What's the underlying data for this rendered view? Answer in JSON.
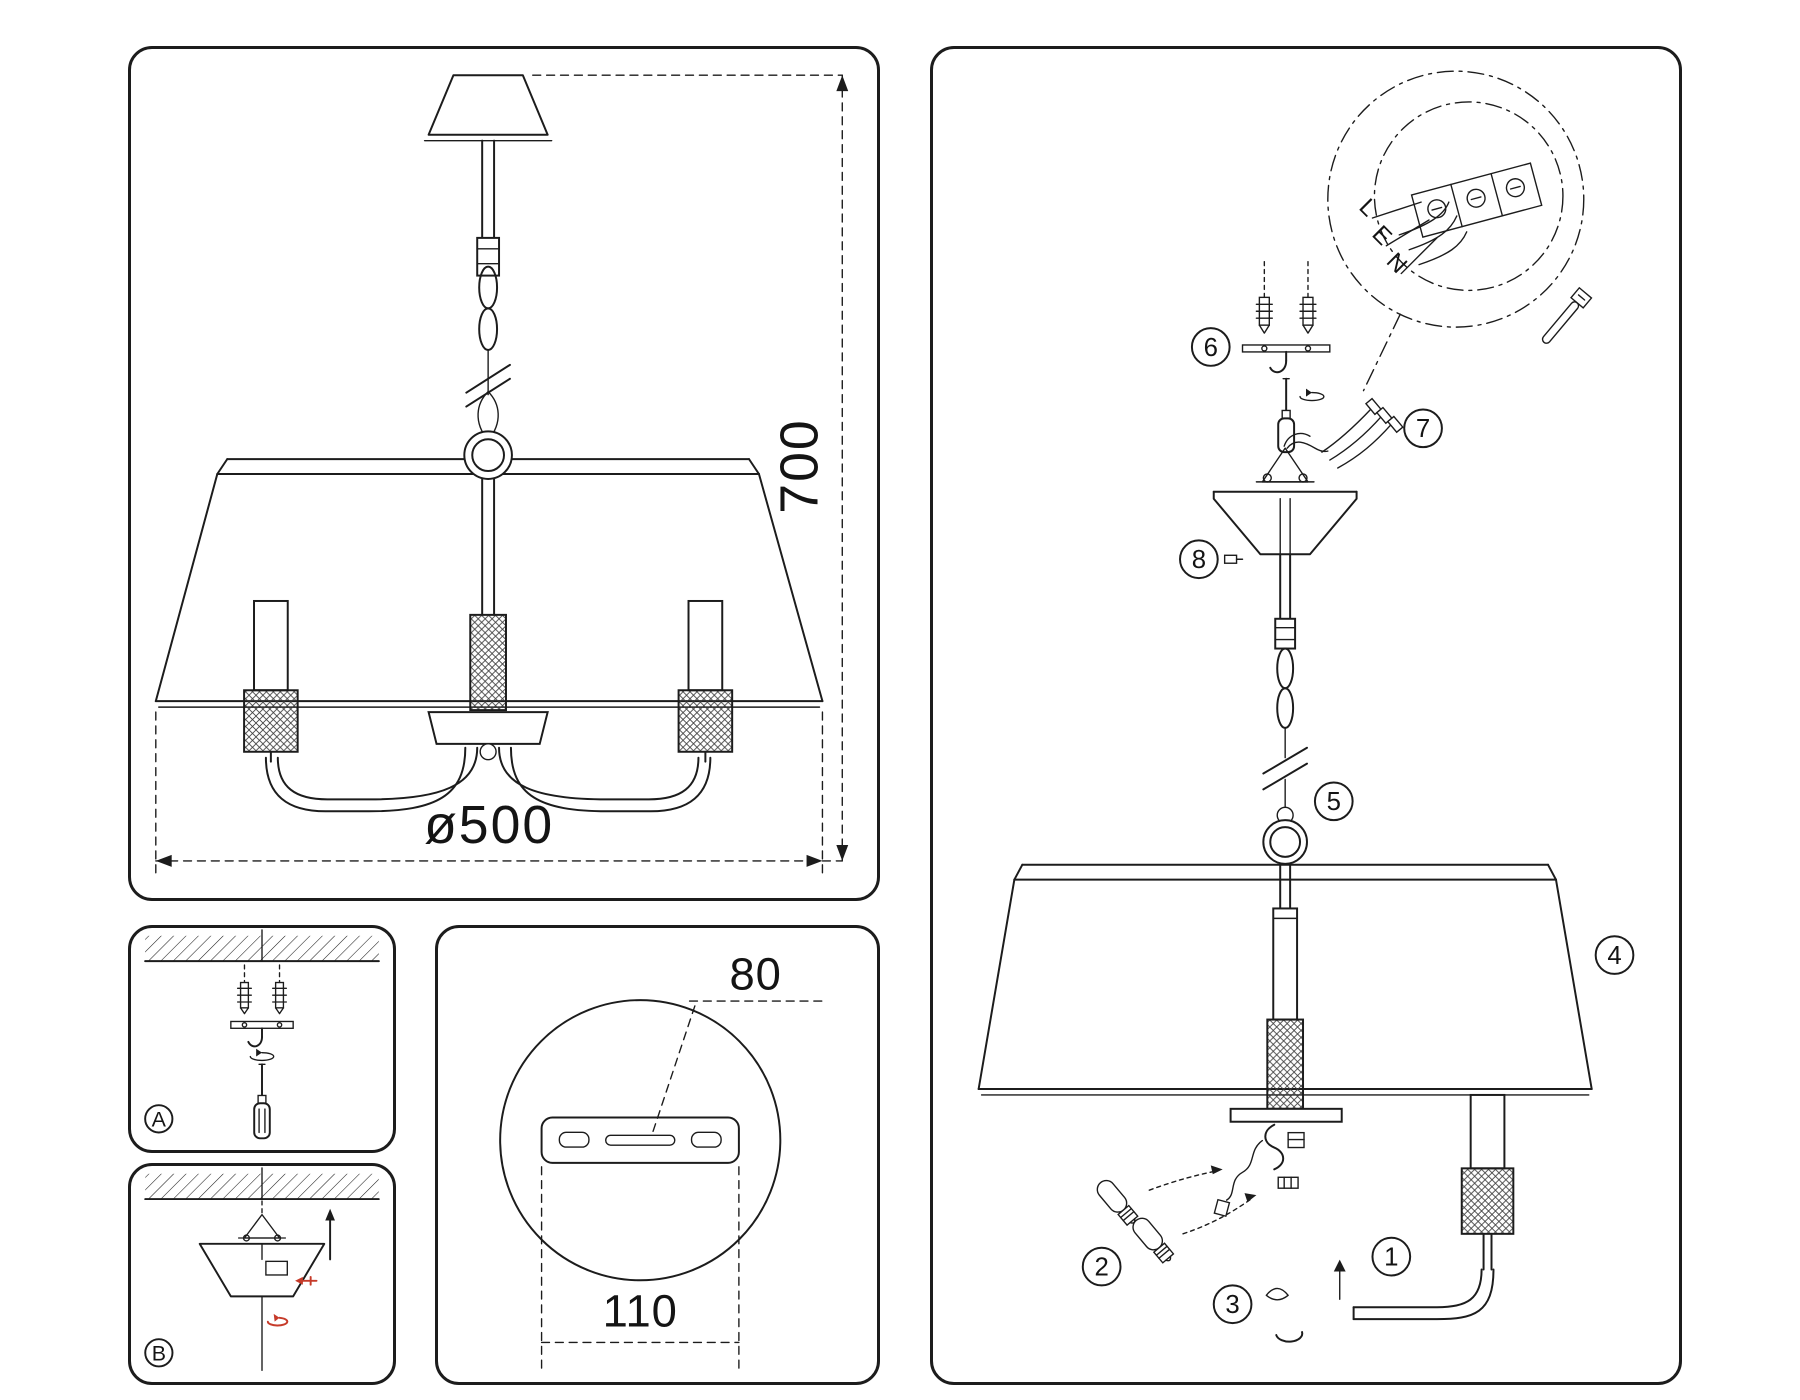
{
  "colors": {
    "background": "#ffffff",
    "line": "#1c1c1c",
    "accent_red": "#c63b2a"
  },
  "dimensions_panel": {
    "height_label": "700",
    "diameter_label": "ø500"
  },
  "mounting_panels": {
    "step_a_label": "A",
    "step_b_label": "B"
  },
  "plate_detail_panel": {
    "hole_spacing_label": "80",
    "plate_width_label": "110"
  },
  "assembly_panel": {
    "step_labels": [
      "1",
      "2",
      "3",
      "4",
      "5",
      "6",
      "7",
      "8"
    ],
    "wire_labels": {
      "live": "L",
      "earth": "E",
      "neutral": "N"
    }
  }
}
